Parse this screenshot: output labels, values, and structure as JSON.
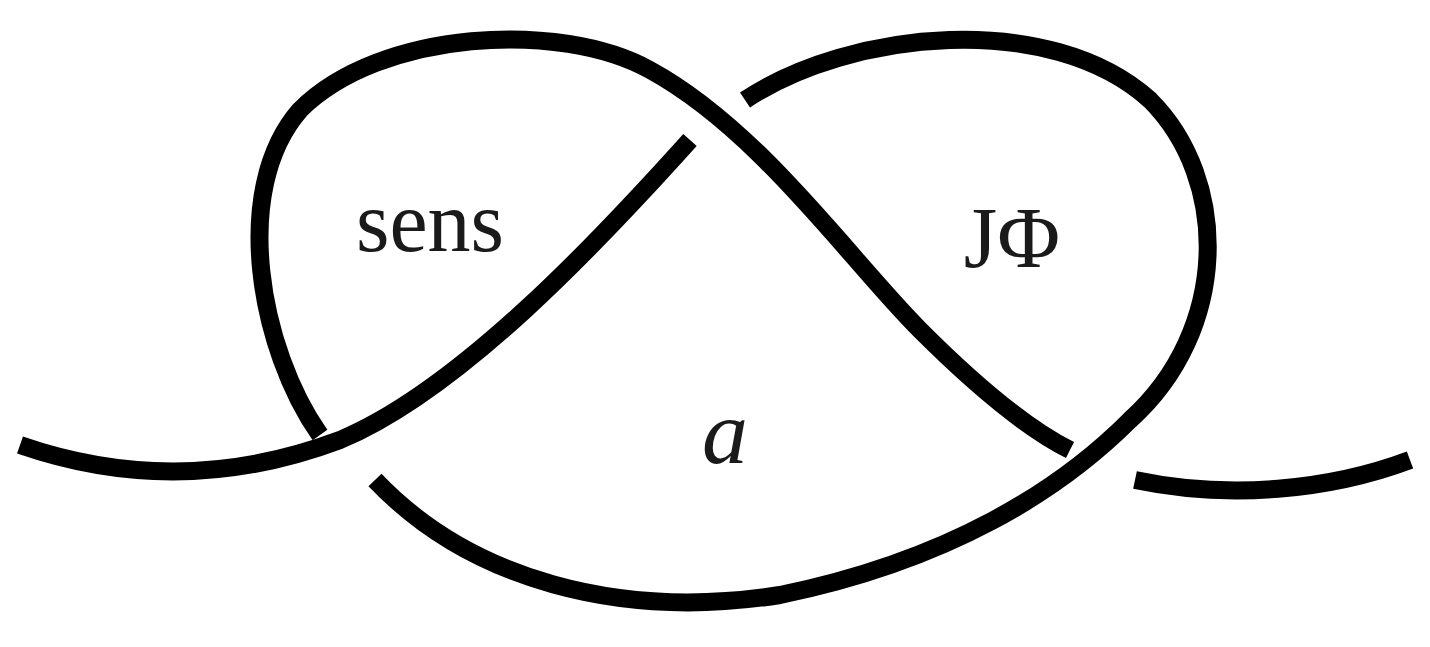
{
  "diagram": {
    "labels": [
      "sens",
      "JΦ",
      "a"
    ]
  }
}
